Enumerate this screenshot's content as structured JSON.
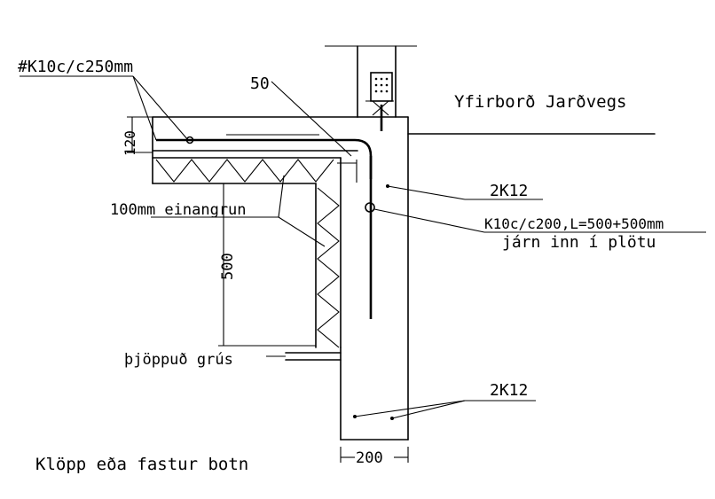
{
  "labels": {
    "rebar_top": "#K10c/c250mm",
    "dim_50": "50",
    "ground_surface": "Yfirborð Jarðvegs",
    "dim_120": "120",
    "rebar_2k12_upper": "2K12",
    "insulation": "100mm einangrun",
    "rebar_k10": "K10c/c200,L=500+500mm",
    "rebar_k10_note": "járn inn í plötu",
    "dim_500": "500",
    "gravel": "þjöppuð grús",
    "rebar_2k12_lower": "2K12",
    "base": "Klöpp eða fastur botn",
    "dim_200": "200"
  },
  "colors": {
    "line": "#000000",
    "background": "#ffffff"
  }
}
